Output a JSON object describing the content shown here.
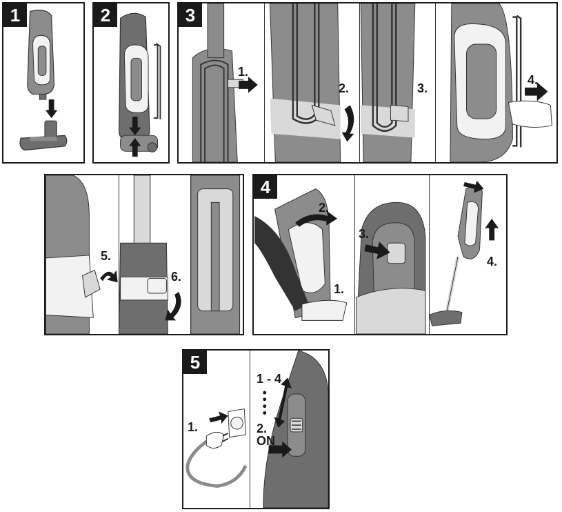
{
  "colors": {
    "body_dark": "#6e6e6e",
    "body_mid": "#8c8c8c",
    "body_light": "#d9d9d9",
    "handle_white": "#f2f2f2",
    "arrow": "#1a1a1a",
    "border": "#1a1a1a"
  },
  "panels": {
    "p1": {
      "badge": "1"
    },
    "p2": {
      "badge": "2"
    },
    "p3": {
      "badge": "3",
      "step1": "1.",
      "step2": "2.",
      "step3": "3.",
      "step4": "4."
    },
    "p3b": {
      "step5": "5.",
      "step6": "6."
    },
    "p4": {
      "badge": "4",
      "step1": "1.",
      "step2": "2.",
      "step3": "3.",
      "step4": "4."
    },
    "p5": {
      "badge": "5",
      "step1": "1.",
      "range": "1 - 4",
      "step2": "2.",
      "on_label": "ON"
    }
  }
}
